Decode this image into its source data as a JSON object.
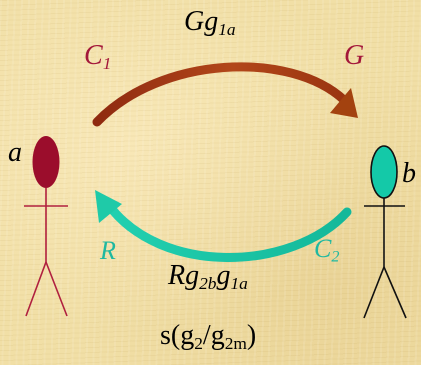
{
  "colors": {
    "background": "#f1dfa6",
    "agent_a": "#9b0d2c",
    "agent_b": "#14c9a8",
    "arrow_top": "#a8400f",
    "arrow_bottom": "#1fcaa8",
    "label_maroon": "#a3173a",
    "label_teal": "#1fb8a0"
  },
  "agents": {
    "a": {
      "label": "a"
    },
    "b": {
      "label": "b"
    }
  },
  "labels": {
    "top_arrow": {
      "main": "Gg",
      "sub": "1a"
    },
    "c1": {
      "main": "C",
      "sub": "1"
    },
    "g": {
      "main": "G"
    },
    "r": {
      "main": "R"
    },
    "c2": {
      "main": "C",
      "sub": "2"
    },
    "bottom_arrow": {
      "p1": "Rg",
      "s1": "2b",
      "p2": "g",
      "s2": "1a"
    },
    "formula": {
      "prefix": "s(g",
      "s1": "2",
      "mid": "/g",
      "s2": "2m",
      "suffix": ")"
    }
  }
}
